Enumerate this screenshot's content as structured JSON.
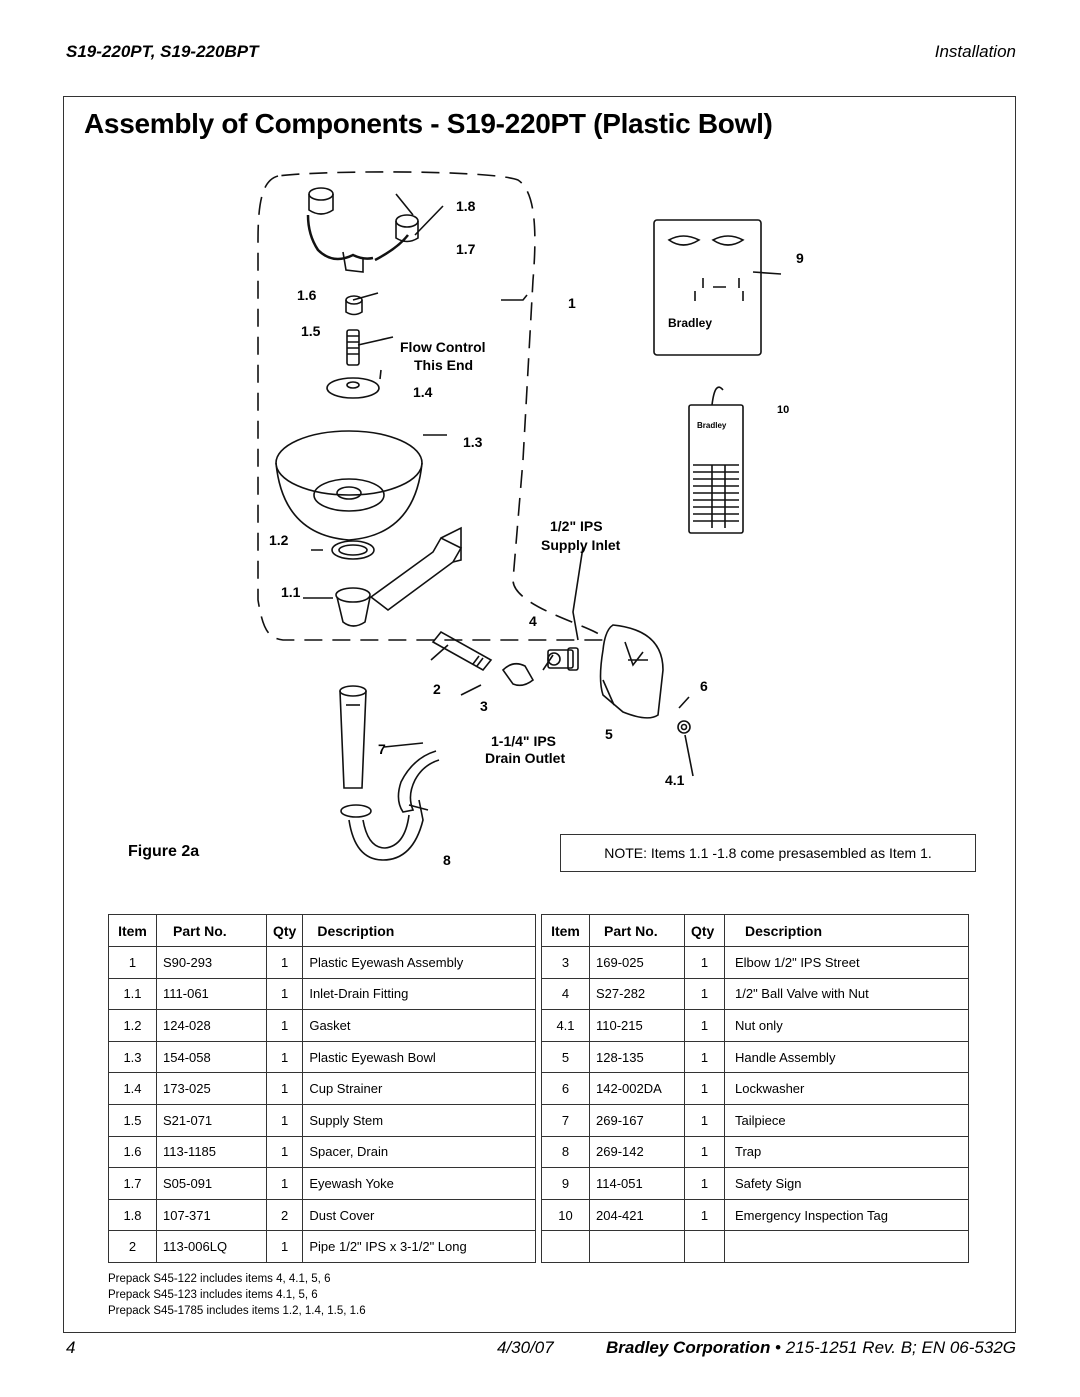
{
  "header": {
    "models": "S19-220PT, S19-220BPT",
    "section": "Installation"
  },
  "title": "Assembly of Components - S19-220PT (Plastic Bowl)",
  "figure": {
    "label": "Figure 2a",
    "callouts": [
      "1.8",
      "1.7",
      "1.6",
      "1.5",
      "1.4",
      "1.3",
      "1.2",
      "1.1",
      "1",
      "9",
      "10",
      "4",
      "2",
      "3",
      "5",
      "6",
      "7",
      "8",
      "4.1"
    ],
    "flow_control": "Flow Control",
    "this_end": "This End",
    "supply_size": "1/2\" IPS",
    "supply_inlet": "Supply Inlet",
    "drain_size": "1-1/4\" IPS",
    "drain_outlet": "Drain Outlet",
    "sign_brand": "Bradley",
    "tag_brand": "Bradley"
  },
  "note": "NOTE: Items 1.1 -1.8 come presasembled as Item 1.",
  "table": {
    "headers": [
      "Item",
      "Part No.",
      "Qty",
      "Description"
    ],
    "left": [
      [
        "1",
        "S90-293",
        "1",
        "Plastic Eyewash Assembly"
      ],
      [
        "1.1",
        "111-061",
        "1",
        "Inlet-Drain Fitting"
      ],
      [
        "1.2",
        "124-028",
        "1",
        "Gasket"
      ],
      [
        "1.3",
        "154-058",
        "1",
        "Plastic Eyewash Bowl"
      ],
      [
        "1.4",
        "173-025",
        "1",
        "Cup Strainer"
      ],
      [
        "1.5",
        "S21-071",
        "1",
        "Supply Stem"
      ],
      [
        "1.6",
        "113-1185",
        "1",
        "Spacer, Drain"
      ],
      [
        "1.7",
        "S05-091",
        "1",
        "Eyewash Yoke"
      ],
      [
        "1.8",
        "107-371",
        "2",
        "Dust Cover"
      ],
      [
        "2",
        "113-006LQ",
        "1",
        "Pipe 1/2\" IPS x 3-1/2\" Long"
      ]
    ],
    "right": [
      [
        "3",
        "169-025",
        "1",
        "Elbow 1/2\" IPS Street"
      ],
      [
        "4",
        "S27-282",
        "1",
        "1/2\" Ball Valve with Nut"
      ],
      [
        "4.1",
        "110-215",
        "1",
        "Nut only"
      ],
      [
        "5",
        "128-135",
        "1",
        "Handle Assembly"
      ],
      [
        "6",
        "142-002DA",
        "1",
        "Lockwasher"
      ],
      [
        "7",
        "269-167",
        "1",
        "Tailpiece"
      ],
      [
        "8",
        "269-142",
        "1",
        "Trap"
      ],
      [
        "9",
        "114-051",
        "1",
        "Safety Sign"
      ],
      [
        "10",
        "204-421",
        "1",
        "Emergency Inspection Tag"
      ],
      [
        "",
        "",
        "",
        ""
      ]
    ]
  },
  "prepacks": [
    "Prepack S45-122 includes items 4, 4.1, 5, 6",
    "Prepack S45-123 includes items 4.1, 5, 6",
    "Prepack S45-1785 includes items 1.2, 1.4, 1.5, 1.6"
  ],
  "footer": {
    "page": "4",
    "date": "4/30/07",
    "company": "Bradley Corporation",
    "doc": "215-1251 Rev. B; EN 06-532G"
  }
}
